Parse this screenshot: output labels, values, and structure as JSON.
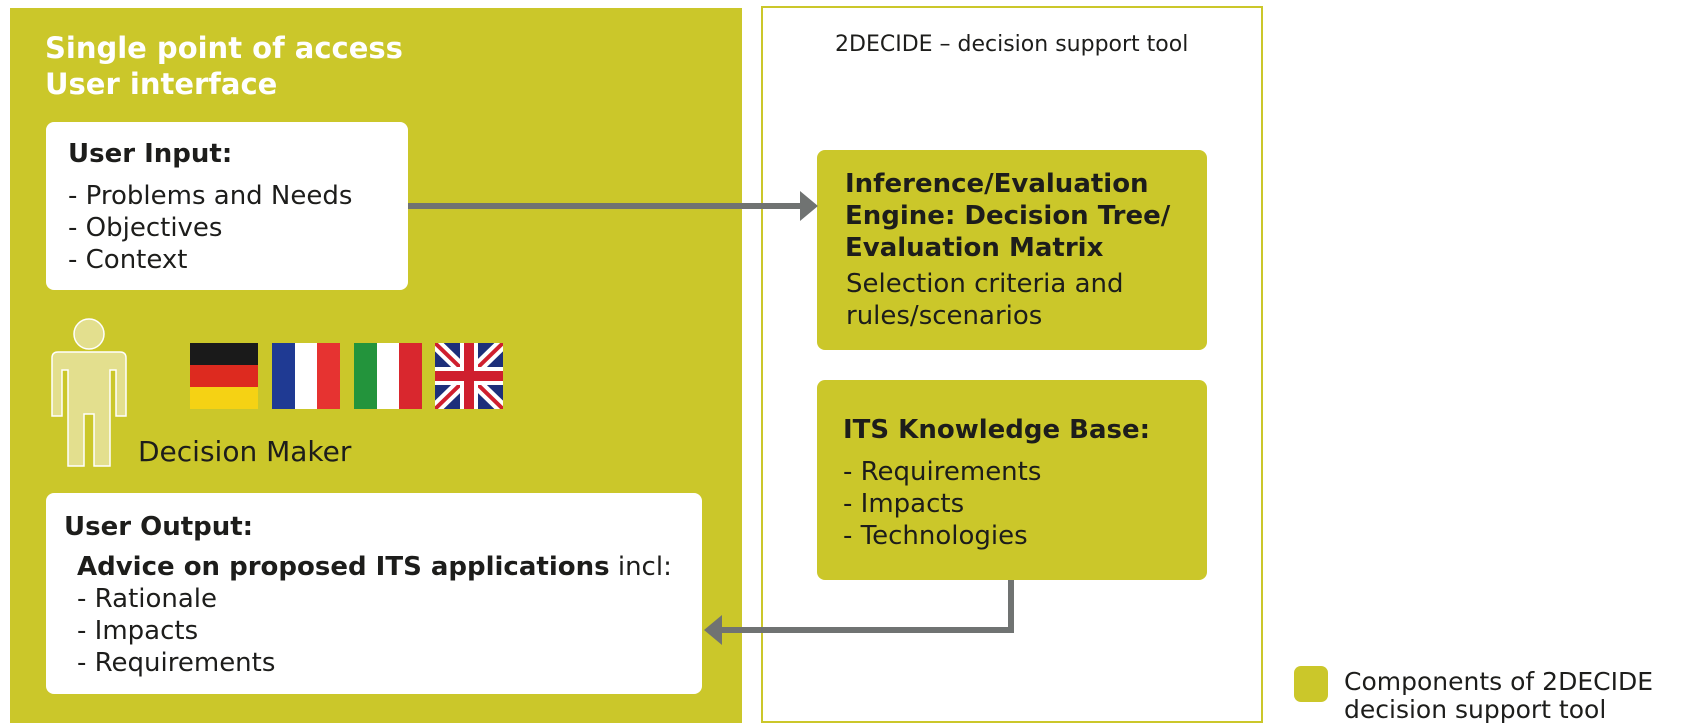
{
  "left_panel": {
    "title_line1": "Single point of access",
    "title_line2": "User interface"
  },
  "user_input": {
    "title": "User Input:",
    "items": [
      "- Problems and Needs",
      "- Objectives",
      "- Context"
    ]
  },
  "decision_maker": {
    "label": "Decision Maker",
    "flags": [
      "German flag",
      "French flag",
      "Italian flag",
      "UK flag"
    ]
  },
  "user_output": {
    "title": "User Output:",
    "advice_bold": "Advice on proposed ITS applications",
    "advice_rest": " incl:",
    "items": [
      "- Rationale",
      "- Impacts",
      "- Requirements"
    ]
  },
  "right_panel": {
    "title": "2DECIDE – decision support tool"
  },
  "engine": {
    "title_lines": [
      "Inference/Evaluation",
      "Engine: Decision Tree/",
      "Evaluation Matrix"
    ],
    "desc_lines": [
      "Selection criteria and",
      "rules/scenarios"
    ]
  },
  "knowledge_base": {
    "title": "ITS Knowledge Base:",
    "items": [
      "- Requirements",
      "- Impacts",
      "- Technologies"
    ]
  },
  "legend": {
    "line1": "Components of 2DECIDE",
    "line2": "decision support tool"
  },
  "colors": {
    "olive": "#cbc72a",
    "arrow": "#707372",
    "person": "#e3df8e"
  }
}
